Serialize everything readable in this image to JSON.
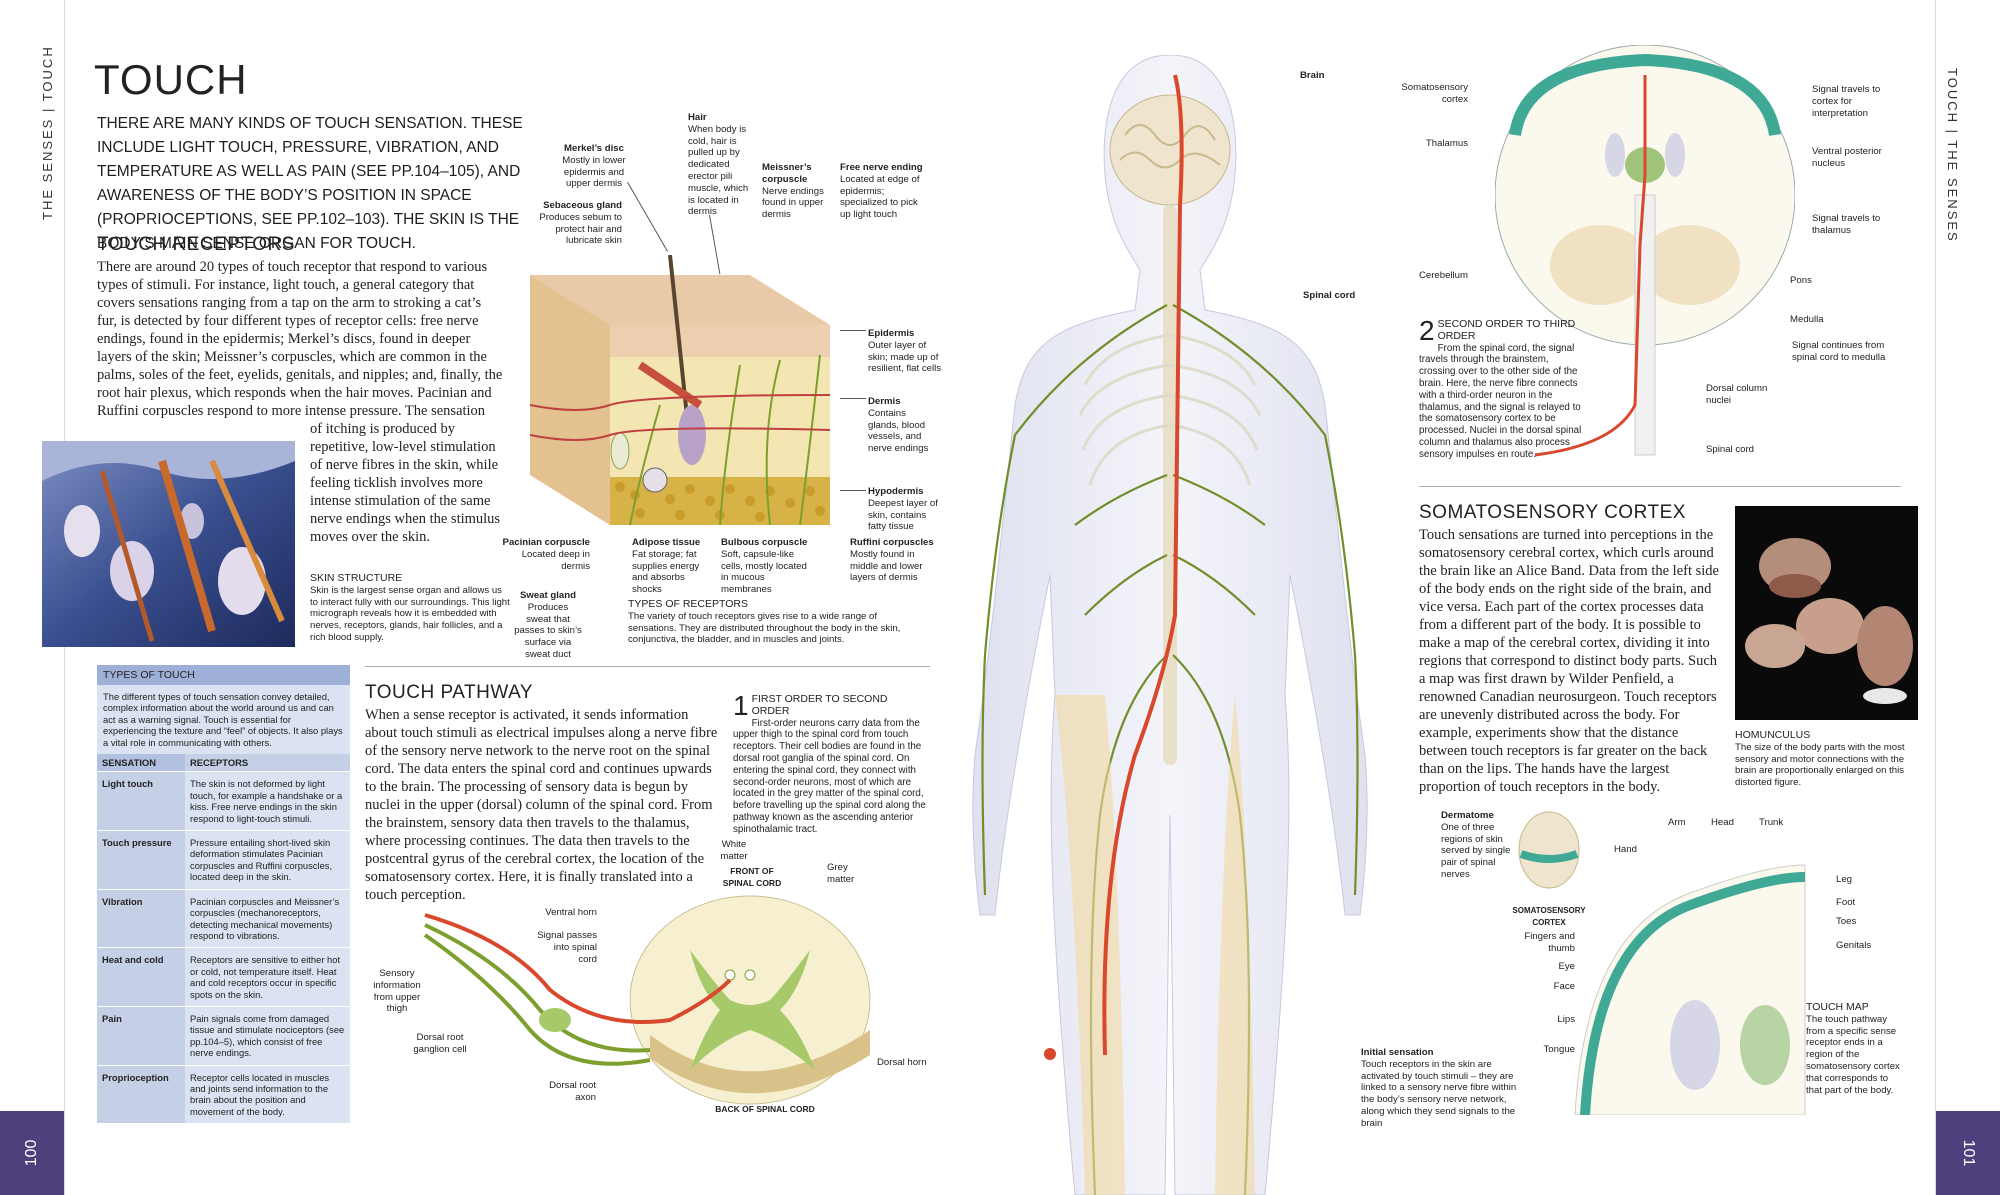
{
  "page": {
    "running_left": "THE SENSES  |  TOUCH",
    "running_right": "TOUCH  |  THE SENSES",
    "page_left": "100",
    "page_right": "101"
  },
  "title": "TOUCH",
  "intro": "THERE ARE MANY KINDS OF TOUCH SENSATION. THESE INCLUDE LIGHT TOUCH, PRESSURE, VIBRATION, AND TEMPERATURE AS WELL AS PAIN (SEE PP.104–105), AND AWARENESS OF THE BODY’S POSITION IN SPACE (PROPRIOCEPTIONS, SEE PP.102–103). THE SKIN IS THE BODY’S MAIN SENSE ORGAN FOR TOUCH.",
  "receptors": {
    "heading": "TOUCH RECEPTORS",
    "lines": [
      "There are around 20 types of touch receptor that respond to various",
      "types of stimuli. For instance, light touch, a general category that",
      "covers sensations ranging from a tap on the arm to stroking a cat’s",
      "fur, is detected by four different types of receptor cells: free nerve",
      "endings, found in the epidermis; Merkel’s discs, found in deeper",
      "layers of the skin; Meissner’s corpuscles, which are common in the",
      "palms, soles of the feet, eyelids, genitals, and nipples; and, finally, the",
      "root hair plexus, which responds when the hair moves. Pacinian and",
      "Ruffini corpuscles respond to more intense pressure. The sensation"
    ],
    "lines_narrow": [
      "of itching is produced by",
      "repetitive, low-level stimulation",
      "of nerve fibres in the skin, while",
      "feeling ticklish involves more",
      "intense stimulation of the same",
      "nerve endings when the stimulus",
      "moves over the skin."
    ]
  },
  "skin_structure": {
    "heading": "SKIN STRUCTURE",
    "text": "Skin is the largest sense organ and allows us to interact fully with our surroundings. This light micrograph reveals how it is embedded with nerves, receptors, glands, hair follicles, and a rich blood supply."
  },
  "skin_labels": {
    "merkel": {
      "title": "Merkel’s disc",
      "text": "Mostly in lower epidermis and upper dermis"
    },
    "hair": {
      "title": "Hair",
      "text": "When body is cold, hair is pulled up by dedicated erector pili muscle, which is located in dermis"
    },
    "meissner": {
      "title": "Meissner’s corpuscle",
      "text": "Nerve endings found in upper dermis"
    },
    "free_nerve": {
      "title": "Free nerve ending",
      "text": "Located at edge of epidermis; specialized to pick up light touch"
    },
    "sebaceous": {
      "title": "Sebaceous gland",
      "text": "Produces sebum to protect hair and lubricate skin"
    },
    "epidermis": {
      "title": "Epidermis",
      "text": "Outer layer of skin; made up of resilient, flat cells"
    },
    "dermis": {
      "title": "Dermis",
      "text": "Contains glands, blood vessels, and nerve endings"
    },
    "hypodermis": {
      "title": "Hypodermis",
      "text": "Deepest layer of skin, contains fatty tissue"
    },
    "pacinian": {
      "title": "Pacinian corpuscle",
      "text": "Located deep in dermis"
    },
    "adipose": {
      "title": "Adipose tissue",
      "text": "Fat storage; fat supplies energy and absorbs shocks"
    },
    "bulbous": {
      "title": "Bulbous corpuscle",
      "text": "Soft, capsule-like cells, mostly located in mucous membranes"
    },
    "ruffini": {
      "title": "Ruffini corpuscles",
      "text": "Mostly found in middle and lower layers of dermis"
    },
    "sweat": {
      "title": "Sweat gland",
      "text": "Produces sweat that passes to skin’s surface via sweat duct"
    }
  },
  "types_of_receptors": {
    "heading": "TYPES OF RECEPTORS",
    "text": "The variety of touch receptors gives rise to a wide range of sensations. They are distributed throughout the body in the skin, conjunctiva, the bladder, and in muscles and joints."
  },
  "types_table": {
    "heading": "TYPES OF TOUCH",
    "intro": "The different types of touch sensation convey detailed, complex information about the world around us and can act as a warning signal. Touch is essential for experiencing the texture and “feel” of objects. It also plays a vital role in communicating with others.",
    "col_sensation": "SENSATION",
    "col_receptors": "RECEPTORS",
    "rows": [
      {
        "s": "Light touch",
        "r": "The skin is not deformed by light touch, for example a handshake or a kiss. Free nerve endings in the skin respond to light-touch stimuli."
      },
      {
        "s": "Touch pressure",
        "r": "Pressure entailing short-lived skin deformation stimulates Pacinian corpuscles and Ruffini corpuscles, located deep in the skin."
      },
      {
        "s": "Vibration",
        "r": "Pacinian corpuscles and Meissner’s corpuscles (mechanoreceptors, detecting mechanical movements) respond to vibrations."
      },
      {
        "s": "Heat and cold",
        "r": "Receptors are sensitive to either hot or cold, not temperature itself. Heat and cold receptors occur in specific spots on the skin."
      },
      {
        "s": "Pain",
        "r": "Pain signals come from damaged tissue and stimulate nociceptors (see pp.104–5), which consist of free nerve endings."
      },
      {
        "s": "Proprioception",
        "r": "Receptor cells located in muscles and joints send information to the brain about the position and movement of the body."
      }
    ]
  },
  "pathway": {
    "heading": "TOUCH PATHWAY",
    "text": "When a sense receptor is activated, it sends information about touch stimuli as electrical impulses along a nerve fibre of the sensory nerve network to the nerve root on the spinal cord. The data enters the spinal cord and continues upwards to the brain. The processing of sensory data is begun by nuclei in the upper (dorsal) column of the spinal cord. From the brainstem, sensory data then travels to the thalamus, where processing continues. The data then travels to the postcentral gyrus of the cerebral cortex, the location of the somatosensory cortex. Here, it is finally translated into a touch perception."
  },
  "step1": {
    "num": "1",
    "heading": "FIRST ORDER TO SECOND ORDER",
    "text": "First-order neurons carry data from the upper thigh to the spinal cord from touch receptors. Their cell bodies are found in the dorsal root ganglia of the spinal cord. On entering the spinal cord, they connect with second-order neurons, most of which are located in the grey matter of the spinal cord, before travelling up the spinal cord along the pathway known as the ascending anterior spinothalamic tract."
  },
  "step2": {
    "num": "2",
    "heading": "SECOND ORDER TO THIRD ORDER",
    "text": "From the spinal cord, the signal travels through the brainstem, crossing over to the other side of the brain. Here, the nerve fibre connects with a third-order neuron in the thalamus, and the signal is relayed to the somatosensory cortex to be processed. Nuclei in the dorsal spinal column and thalamus also process sensory impulses en route."
  },
  "cord_labels": {
    "white": "White matter",
    "grey": "Grey matter",
    "front": "FRONT OF SPINAL CORD",
    "back": "BACK OF SPINAL CORD",
    "ventral": "Ventral horn",
    "signal": "Signal passes into spinal cord",
    "sensory": "Sensory information from upper thigh",
    "ganglion": "Dorsal root ganglion cell",
    "axon": "Dorsal root axon",
    "dorsal_horn": "Dorsal horn"
  },
  "body_labels": {
    "brain": "Brain",
    "spinal": "Spinal cord",
    "initial_title": "Initial sensation",
    "initial_text": "Touch receptors in the skin are activated by touch stimuli – they are linked to a sensory nerve fibre within the body’s sensory nerve network, along which they send signals to the brain"
  },
  "brain_labels": {
    "soma": "Somatosensory cortex",
    "thalamus": "Thalamus",
    "cerebellum": "Cerebellum",
    "sig_cortex": "Signal travels to cortex for interpretation",
    "ventral_post": "Ventral posterior nucleus",
    "sig_thal": "Signal travels to thalamus",
    "pons": "Pons",
    "medulla": "Medulla",
    "sig_medulla": "Signal continues from spinal cord to medulla",
    "dorsal_col": "Dorsal column nuclei",
    "spinal": "Spinal cord"
  },
  "cortex": {
    "heading": "SOMATOSENSORY CORTEX",
    "text": "Touch sensations are turned into perceptions in the somatosensory cerebral cortex, which curls around the brain like an Alice Band. Data from the left side of the body ends on the right side of the brain, and vice versa. Each part of the cortex processes data from a different part of the body. It is possible to make a map of the cerebral cortex, dividing it into regions that correspond to distinct body parts. Such a map was first drawn by Wilder Penfield, a renowned Canadian neurosurgeon. Touch receptors are unevenly distributed across the body. For example, experiments show that the distance between touch receptors is far greater on the back than on the lips. The hands have the largest proportion of touch receptors in the body."
  },
  "homunculus": {
    "heading": "HOMUNCULUS",
    "text": "The size of the body parts with the most sensory and motor connections with the brain are proportionally enlarged on this distorted figure."
  },
  "map_labels": {
    "dermatome_title": "Dermatome",
    "dermatome_text": "One of three regions of skin served by single pair of spinal nerves",
    "soma_cortex": "SOMATOSENSORY CORTEX",
    "arm": "Arm",
    "head": "Head",
    "trunk": "Trunk",
    "hand": "Hand",
    "leg": "Leg",
    "foot": "Foot",
    "toes": "Toes",
    "genitals": "Genitals",
    "fingers": "Fingers and thumb",
    "eye": "Eye",
    "face": "Face",
    "lips": "Lips",
    "tongue": "Tongue",
    "map_title": "TOUCH MAP",
    "map_text": "The touch pathway from a specific sense receptor ends in a region of the somatosensory cortex that corresponds to that part of the body."
  },
  "colors": {
    "accent_purple": "#4f3f7c",
    "nerve_green": "#6f8f2a",
    "signal_red": "#d9472c",
    "table_blue": "#c5cfe6",
    "cortex_teal": "#3fa996"
  }
}
